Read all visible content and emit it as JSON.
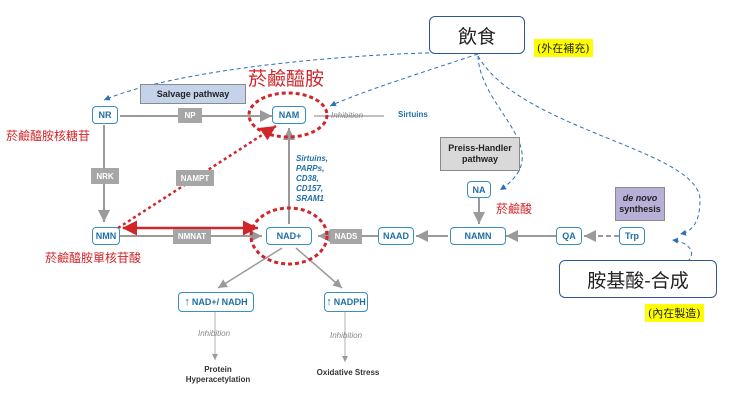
{
  "callouts": {
    "diet": "飲食",
    "diet_note": "(外在補充)",
    "amino": "胺基酸-合成",
    "amino_note": "(內在製造)"
  },
  "labels_zh": {
    "nam": "菸鹼醯胺",
    "nr": "菸鹼醯胺核糖苷",
    "nmn": "菸鹼醯胺單核苷酸",
    "na": "菸鹼酸"
  },
  "headers": {
    "salvage": "Salvage pathway",
    "preiss": "Preiss-Handler pathway",
    "denovo_line1": "de novo",
    "denovo_line2": "synthesis"
  },
  "nodes": {
    "nr": "NR",
    "nam": "NAM",
    "nmn": "NMN",
    "nad": "NAD+",
    "naad": "NAAD",
    "namn": "NAMN",
    "na": "NA",
    "qa": "QA",
    "trp": "Trp",
    "nad_nadh": "NAD+/ NADH",
    "nadph": "NADPH"
  },
  "enzymes": {
    "np": "NP",
    "nrk": "NRK",
    "nampt": "NAMPT",
    "nmnat": "NMNAT",
    "nads": "NADS"
  },
  "texts": {
    "inhibition_sirt": "Inhibition",
    "sirtuins": "Sirtuins",
    "consumers": "Sirtuins, PARPs, CD38, CD157, SRAM1",
    "inhibition1": "Inhibition",
    "inhibition2": "Inhibition",
    "outcome1": "Protein Hyperacetylation",
    "outcome2": "Oxidative Stress"
  },
  "colors": {
    "node_border": "#3a8fc4",
    "node_text": "#1f6fa6",
    "enzyme_box": "#a6a6a6",
    "highlight_red": "#d0262b",
    "callout_border": "#2f5597",
    "note_bg": "#ffff00",
    "salvage_bg": "#c5d3ea",
    "preiss_bg": "#d9d9d9",
    "denovo_bg": "#b8b0d8"
  }
}
